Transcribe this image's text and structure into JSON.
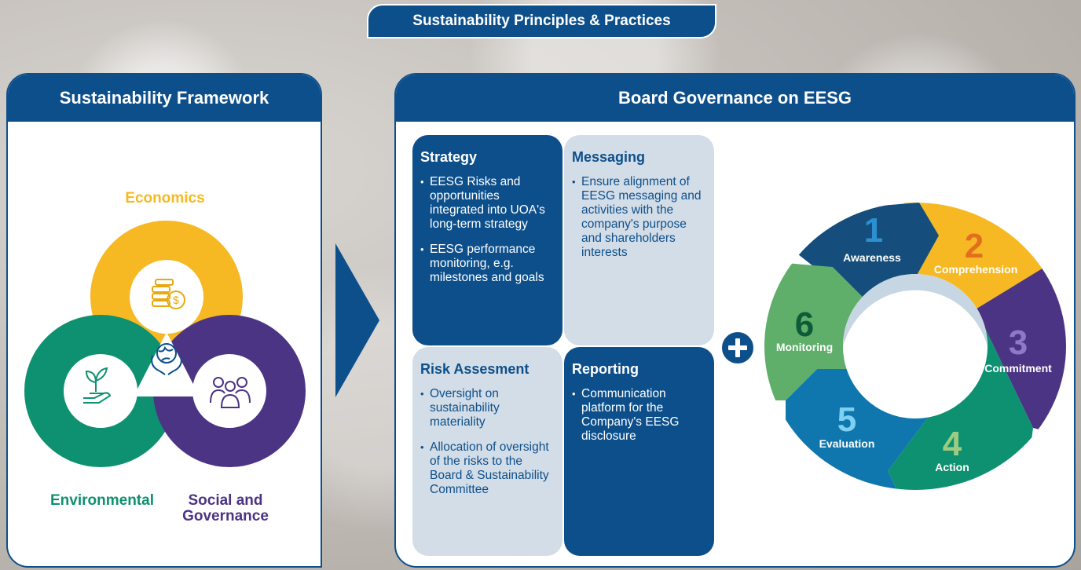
{
  "header": {
    "title": "Sustainability Principles & Practices"
  },
  "framework": {
    "title": "Sustainability Framework",
    "economics": "Economics",
    "environmental": "Environmental",
    "social_line1": "Social and",
    "social_line2": "Governance",
    "colors": {
      "economics": "#f6b923",
      "environmental": "#0e9170",
      "social": "#4b3484"
    },
    "icons": [
      "coins-icon",
      "plant-hand-icon",
      "people-icon",
      "globe-hands-icon"
    ]
  },
  "governance": {
    "title": "Board Governance on EESG",
    "boxes": [
      {
        "title": "Strategy",
        "items": [
          "EESG Risks and opportunities integrated into UOA's long-term strategy",
          "EESG performance monitoring, e.g. milestones and goals"
        ]
      },
      {
        "title": "Messaging",
        "items": [
          "Ensure alignment of EESG messaging and activities with the company's purpose and shareholders interests"
        ]
      },
      {
        "title": "Risk Assesment",
        "items": [
          "Oversight on sustainability materiality",
          "Allocation of oversight of the risks to the Board & Sustainability Committee"
        ]
      },
      {
        "title": "Reporting",
        "items": [
          "Communication platform for the Company's EESG disclosure"
        ]
      }
    ]
  },
  "cycle": {
    "steps": [
      {
        "number": "1",
        "label": "Awareness",
        "color": "#154e7c"
      },
      {
        "number": "2",
        "label": "Comprehension",
        "color": "#f6b923"
      },
      {
        "number": "3",
        "label": "Commitment",
        "color": "#4b3484"
      },
      {
        "number": "4",
        "label": "Action",
        "color": "#0e9170"
      },
      {
        "number": "5",
        "label": "Evaluation",
        "color": "#0f77ae"
      },
      {
        "number": "6",
        "label": "Monitoring",
        "color": "#5fae6a"
      }
    ]
  },
  "colors": {
    "primary": "#0d4f8b",
    "light_box": "#d3dde7"
  }
}
